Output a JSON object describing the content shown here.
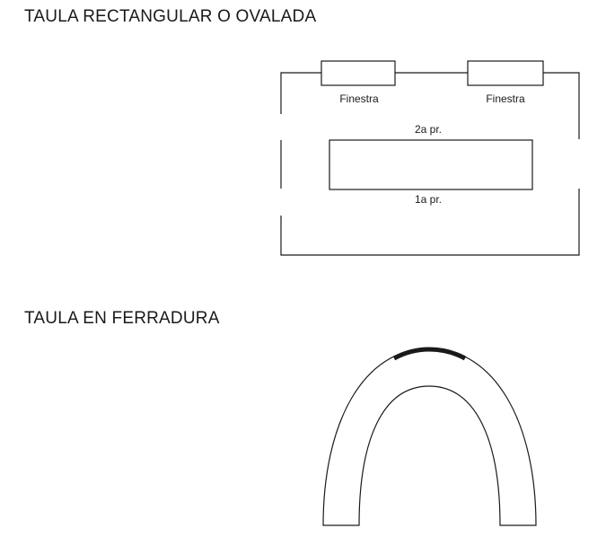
{
  "sections": {
    "rectangular": {
      "title": "TAULA RECTANGULAR O OVALADA",
      "window_left_label": "Finestra",
      "window_right_label": "Finestra",
      "second_row_label": "2a pr.",
      "first_row_label": "1a pr."
    },
    "horseshoe": {
      "title": "TAULA EN FERRADURA"
    }
  },
  "colors": {
    "line": "#1a1a1a",
    "background": "#ffffff"
  }
}
